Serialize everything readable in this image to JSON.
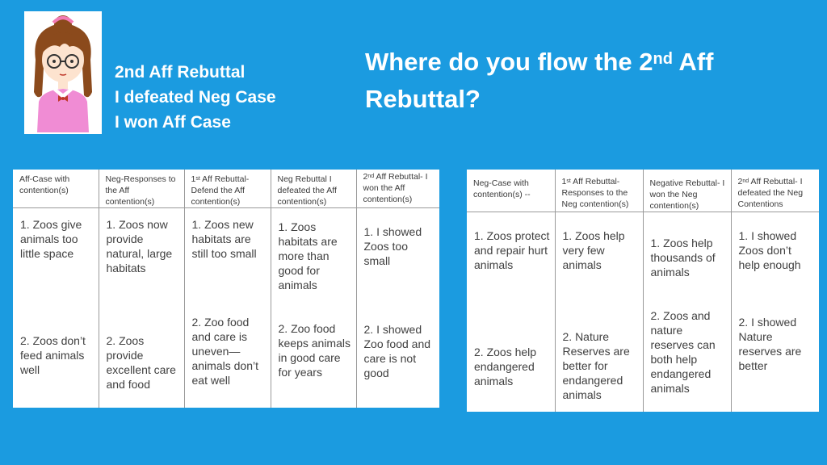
{
  "header": {
    "subtitle": [
      "2nd Aff Rebuttal",
      "I defeated Neg Case",
      "I won Aff Case"
    ],
    "title_pre": "Where do you flow the 2",
    "title_sup": "nd",
    "title_post": " Aff",
    "title_line2": "Rebuttal?"
  },
  "colors": {
    "background": "#1b9be0",
    "heading": "#ffffff",
    "cell_text": "#404040"
  },
  "left_flow": {
    "headers": [
      {
        "pre": "",
        "sup": "",
        "text": "Aff-Case with contention(s)"
      },
      {
        "pre": "",
        "sup": "",
        "text": "Neg-Responses to the Aff contention(s)"
      },
      {
        "pre": "1",
        "sup": "st",
        "text": " Aff Rebuttal- Defend the Aff contention(s)"
      },
      {
        "pre": "",
        "sup": "",
        "text": "Neg Rebuttal I defeated the Aff contention(s)"
      },
      {
        "pre": "2",
        "sup": "nd",
        "text": " Aff Rebuttal- I won the Aff contention(s)"
      }
    ],
    "row1": [
      "1. Zoos give animals too little space",
      "1. Zoos now provide natural, large habitats",
      "1. Zoos new habitats are still too small",
      "1. Zoos habitats are more than good for animals",
      "1. I showed Zoos too small"
    ],
    "row2": [
      "2. Zoos don’t feed animals well",
      "2. Zoos provide excellent care and food",
      "2. Zoo food and care is uneven—animals don’t eat well",
      "2. Zoo food keeps animals in good care for years",
      "2. I showed Zoo food and care is not good"
    ]
  },
  "right_flow": {
    "headers": [
      {
        "pre": "",
        "sup": "",
        "text": "Neg-Case with contention(s) --"
      },
      {
        "pre": "1",
        "sup": "st",
        "text": " Aff Rebuttal- Responses to the Neg contention(s)"
      },
      {
        "pre": "",
        "sup": "",
        "text": "Negative Rebuttal- I won the Neg contention(s)"
      },
      {
        "pre": "2",
        "sup": "nd",
        "text": " Aff Rebuttal- I defeated the Neg Contentions"
      }
    ],
    "row1": [
      "1. Zoos protect  and repair hurt animals",
      "1. Zoos help very few animals",
      "1. Zoos help thousands of animals",
      "1. I showed Zoos don’t help enough"
    ],
    "row2": [
      "2. Zoos help endangered animals",
      "2. Nature Reserves are better for endangered animals",
      "2. Zoos and nature reserves can both help endangered animals",
      "2. I showed Nature reserves are better"
    ]
  }
}
